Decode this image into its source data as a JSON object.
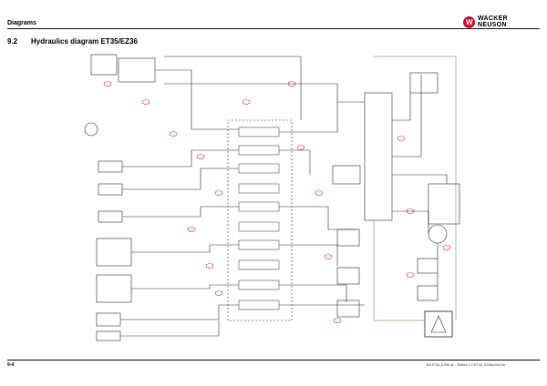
{
  "header": {
    "section_label": "Diagrams",
    "brand_line1": "WACKER",
    "brand_line2": "NEUSON"
  },
  "section": {
    "number": "9.2",
    "title": "Hydraulics diagram ET35/EZ36"
  },
  "footer": {
    "page_number": "9-4",
    "doc_code": "BA ET35_EZ36 de – Edition 1.1*ET35_EZ36a10c0.fm"
  },
  "colors": {
    "line": "#333333",
    "accent_red": "#c0302b",
    "pump_green": "#3c8a3c",
    "brand_red": "#c8102e"
  }
}
